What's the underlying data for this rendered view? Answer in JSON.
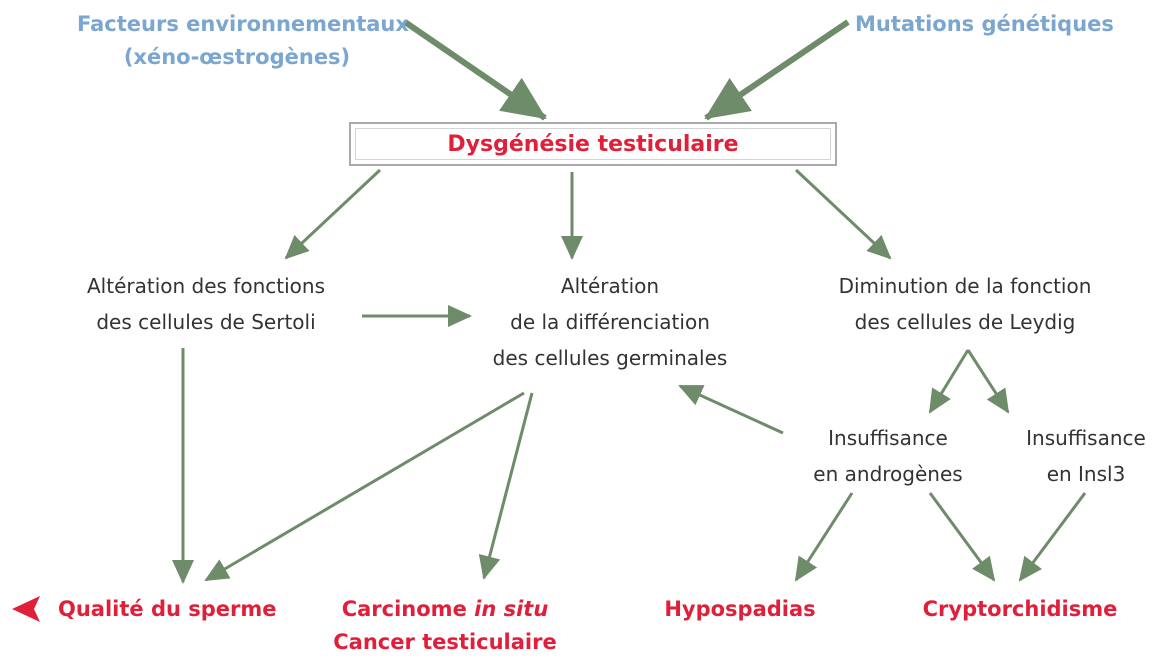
{
  "top": {
    "env_line1": "Facteurs environnementaux",
    "env_line2": "(xéno-œstrogènes)",
    "mut": "Mutations génétiques"
  },
  "center": {
    "title": "Dysgénésie testiculaire"
  },
  "middle": {
    "sertoli_line1": "Altération des fonctions",
    "sertoli_line2": "des cellules de Sertoli",
    "germ_line1": "Altération",
    "germ_line2": "de la différenciation",
    "germ_line3": "des cellules germinales",
    "leydig_line1": "Diminution de la fonction",
    "leydig_line2": "des cellules de Leydig"
  },
  "insuff": {
    "andro_line1": "Insuffisance",
    "andro_line2": "en androgènes",
    "insl3_line1": "Insuffisance",
    "insl3_line2": "en Insl3"
  },
  "outcomes": {
    "sperm": "Qualité du sperme",
    "carc_prefix": "Carcinome ",
    "carc_italic": "in situ",
    "cancer": "Cancer testiculaire",
    "hypo": "Hypospadias",
    "crypto": "Cryptorchidisme"
  },
  "colors": {
    "blue_text": "#7aa6cf",
    "red_text": "#e0203a",
    "arrow_green": "#6e8b6a",
    "grey_text": "#333333"
  }
}
